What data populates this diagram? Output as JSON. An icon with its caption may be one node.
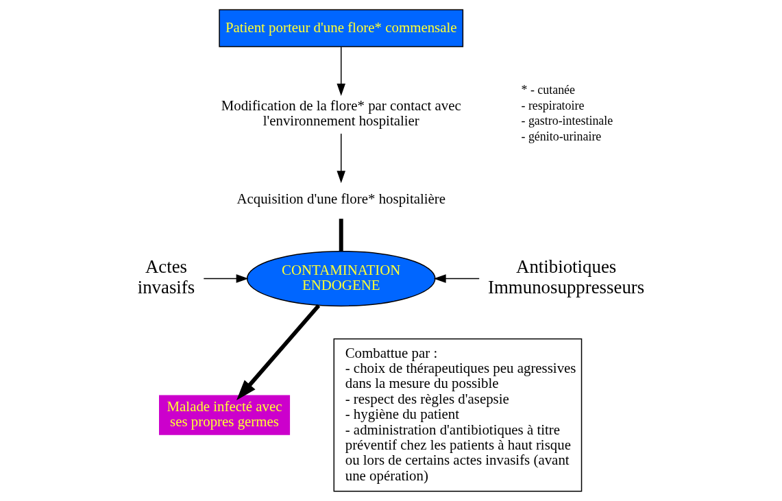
{
  "diagram": {
    "nodes": [
      {
        "text": [
          "Patient porteur d'une flore* commensale"
        ]
      },
      {
        "text": [
          "Modification de la flore* par contact avec l'environnement hospitalier"
        ]
      },
      {
        "text": [
          "Acquisition d'une flore* hospitalière"
        ]
      },
      {
        "text": [
          "CONTAMINATION ENDOGENE"
        ]
      },
      {
        "text": [
          "Actes invasifs"
        ]
      },
      {
        "text": [
          "Antibiotiques Immunosuppresseurs"
        ]
      },
      {
        "text": [
          "Malade infecté avec ses propres germes"
        ]
      },
      {
        "text": [
          "Combattue par :",
          "- choix de thérapeutiques peu agressives dans la mesure du possible",
          "- respect des règles d'asepsie",
          "- hygiène du patient",
          "- administration d'antibiotiques à titre préventif chez les patients à haut risque ou lors de certains actes invasifs (avant une opération)"
        ]
      }
    ],
    "edges": [
      {
        "from": 0,
        "to": 1,
        "arrow": "to"
      },
      {
        "from": 1,
        "to": 2,
        "arrow": "to"
      },
      {
        "from": 2,
        "to": 3,
        "arrow": "none",
        "style": "thick"
      },
      {
        "from": 4,
        "to": 3,
        "arrow": "to"
      },
      {
        "from": 5,
        "to": 3,
        "arrow": "to"
      },
      {
        "from": 3,
        "to": 6,
        "arrow": "to",
        "style": "thick"
      }
    ],
    "labels": [
      "* - cutanée",
      "- respiratoire",
      "- gastro-intestinale",
      "- génito-urinaire"
    ]
  }
}
